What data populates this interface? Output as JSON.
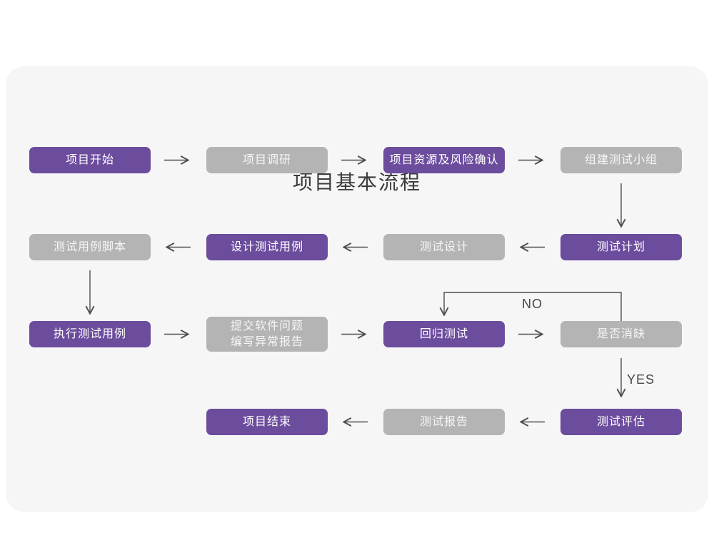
{
  "title": "项目基本流程",
  "colors": {
    "purple": "#6c4c9d",
    "gray": "#b4b4b4",
    "arrow": "#4f4f4f",
    "card": "#f6f6f6",
    "title_text": "#3b3b3b"
  },
  "edge_labels": {
    "no": "NO",
    "yes": "YES"
  },
  "nodes": [
    {
      "label": "项目开始",
      "variant": "purple"
    },
    {
      "label": "项目调研",
      "variant": "gray"
    },
    {
      "label": "项目资源及风险确认",
      "variant": "purple"
    },
    {
      "label": "组建测试小组",
      "variant": "gray"
    },
    {
      "label": "测试用例脚本",
      "variant": "gray"
    },
    {
      "label": "设计测试用例",
      "variant": "purple"
    },
    {
      "label": "测试设计",
      "variant": "gray"
    },
    {
      "label": "测试计划",
      "variant": "purple"
    },
    {
      "label": "执行测试用例",
      "variant": "purple"
    },
    {
      "label_lines": [
        "提交软件问题",
        "编写异常报告"
      ],
      "variant": "gray"
    },
    {
      "label": "回归测试",
      "variant": "purple"
    },
    {
      "label": "是否消缺",
      "variant": "gray"
    },
    {
      "label": "项目结束",
      "variant": "purple"
    },
    {
      "label": "测试报告",
      "variant": "gray"
    },
    {
      "label": "测试评估",
      "variant": "purple"
    }
  ]
}
